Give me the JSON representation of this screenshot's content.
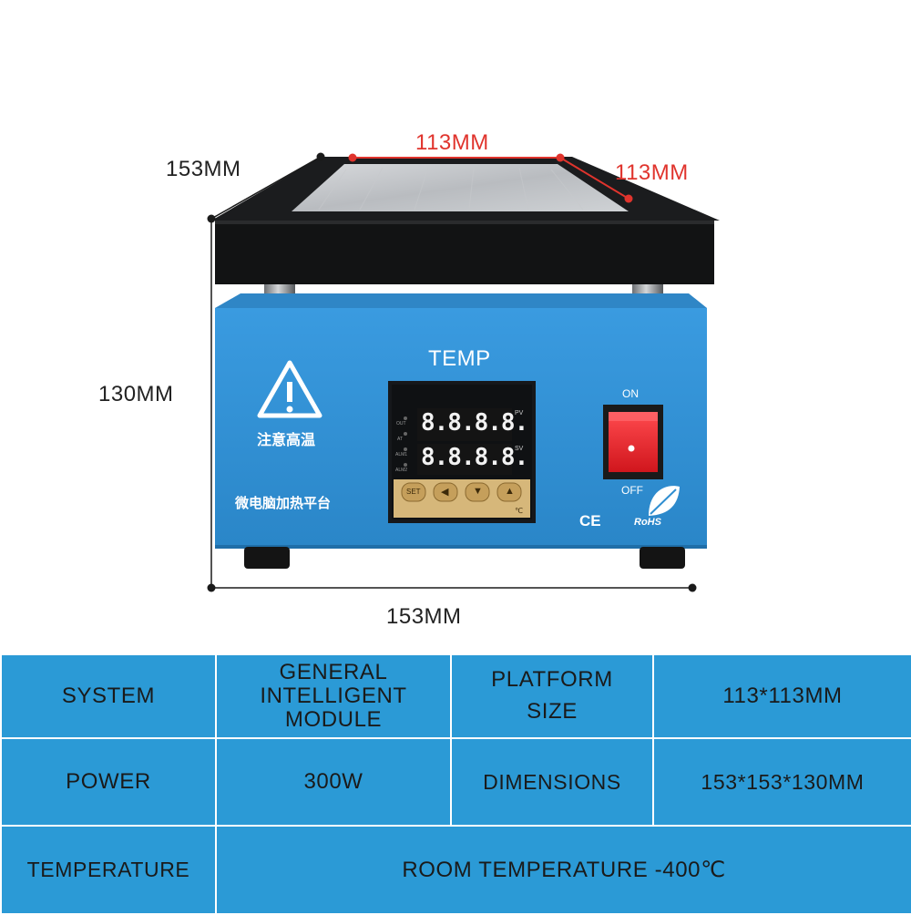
{
  "dimensions": {
    "platform_width": "113MM",
    "platform_depth": "113MM",
    "body_depth": "153MM",
    "height": "130MM",
    "body_width": "153MM"
  },
  "device": {
    "panel_title": "TEMP",
    "warning_text": "注意高温",
    "product_name": "微电脑加热平台",
    "switch_on": "ON",
    "switch_off": "OFF",
    "cert_ce": "CE",
    "cert_rohs": "RoHS",
    "controller": {
      "pv_tag": "PV",
      "sv_tag": "SV",
      "pv_display": "8.8.8.8.",
      "sv_display": "8.8.8.8.",
      "unit": "℃",
      "indicators": [
        "OUT",
        "AT",
        "ALM1",
        "ALM2"
      ],
      "buttons": [
        "SET",
        "◀",
        "▼",
        "▲"
      ]
    }
  },
  "specs": {
    "system_label": "SYSTEM",
    "system_value": "GENERAL INTELLIGENT MODULE",
    "platform_size_label": "PLATFORM SIZE",
    "platform_size_value": "113*113MM",
    "power_label": "POWER",
    "power_value": "300W",
    "dimensions_label": "DIMENSIONS",
    "dimensions_value": "153*153*130MM",
    "temperature_label": "TEMPERATURE",
    "temperature_value": "ROOM TEMPERATURE -400℃"
  },
  "colors": {
    "body_blue": "#2f8ed1",
    "table_blue": "#2b9ad6",
    "switch_red": "#e8222a",
    "dimension_red": "#e0342d"
  }
}
